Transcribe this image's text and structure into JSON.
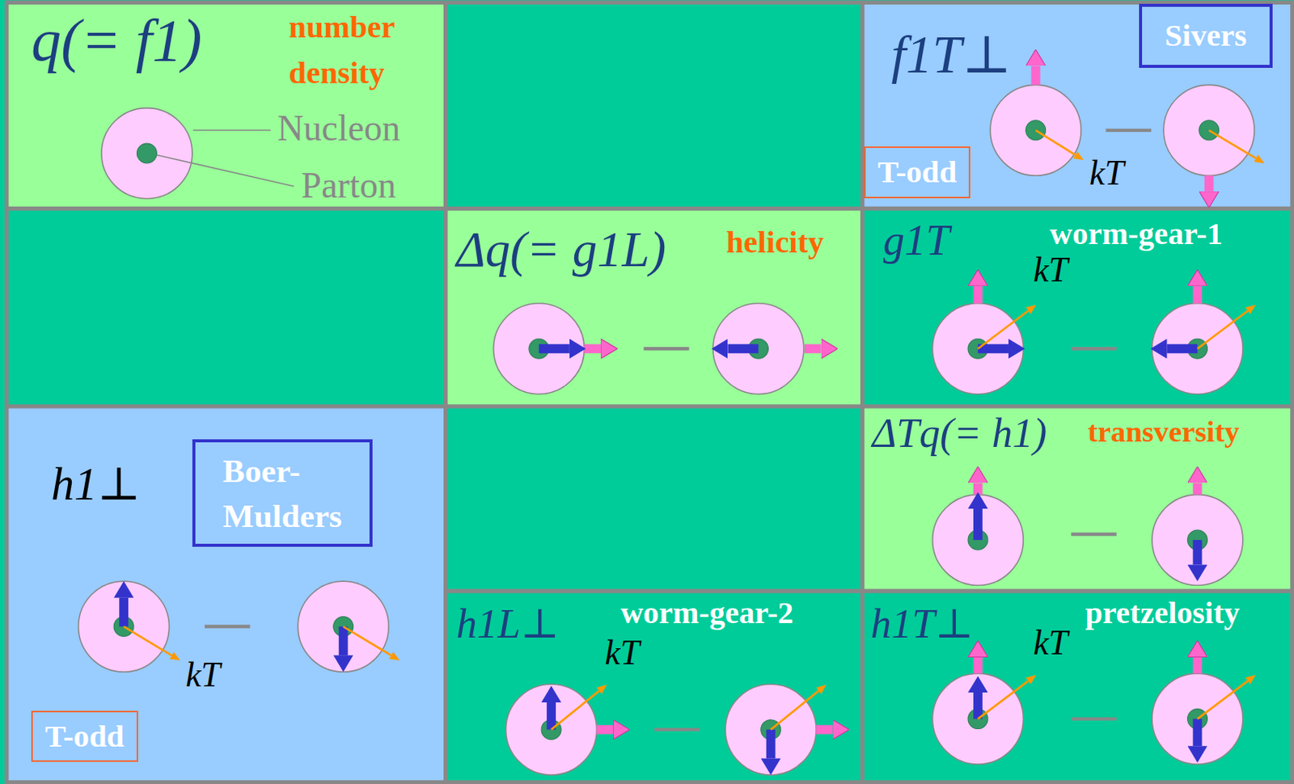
{
  "diagram": {
    "nodes": [
      {
        "text": [
          "q(= f1)",
          "number density"
        ]
      },
      {
        "text": [
          "f1T⊥"
        ]
      },
      {
        "text": [
          "Sivers"
        ],
        "in": 1
      },
      {
        "text": [
          "T-odd"
        ],
        "in": 1
      },
      {
        "text": [
          "Δq(= g1L)",
          "helicity"
        ]
      },
      {
        "text": [
          "g1T",
          "worm-gear-1"
        ]
      },
      {
        "text": [
          "h1⊥"
        ]
      },
      {
        "text": [
          "Boer-Mulders"
        ],
        "in": 6
      },
      {
        "text": [
          "T-odd"
        ],
        "in": 6
      },
      {
        "text": [
          "ΔTq(= h1)",
          "transversity"
        ]
      },
      {
        "text": [
          "h1L⊥",
          "worm-gear-2"
        ]
      },
      {
        "text": [
          "h1T⊥",
          "pretzelosity"
        ]
      }
    ],
    "labels": [
      "Nucleon",
      "Parton",
      "kT",
      "kT",
      "kT",
      "kT",
      "kT"
    ]
  }
}
